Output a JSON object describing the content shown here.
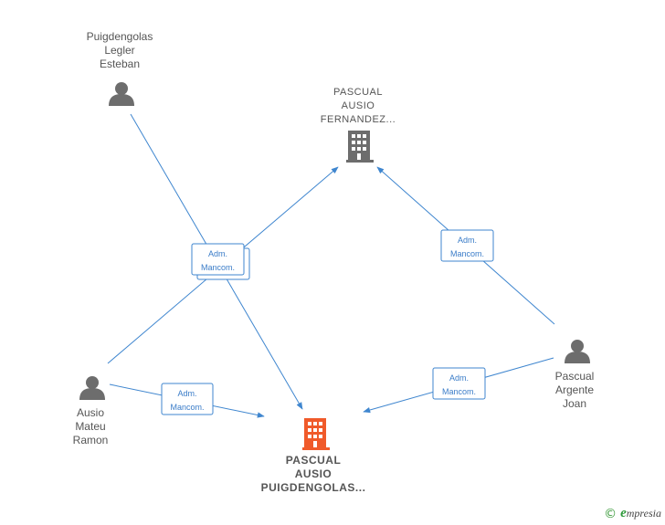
{
  "nodes": {
    "legler": {
      "type": "person",
      "lines": [
        "Puigdengolas",
        "Legler",
        "Esteban"
      ]
    },
    "fernandez": {
      "type": "company",
      "lines": [
        "PASCUAL",
        "AUSIO",
        "FERNANDEZ..."
      ]
    },
    "mateu": {
      "type": "person",
      "lines": [
        "Ausio",
        "Mateu",
        "Ramon"
      ]
    },
    "argente": {
      "type": "person",
      "lines": [
        "Pascual",
        "Argente",
        "Joan"
      ]
    },
    "main": {
      "type": "company",
      "highlight": true,
      "lines": [
        "PASCUAL",
        "AUSIO",
        "PUIGDENGOLAS..."
      ]
    }
  },
  "relations": {
    "center": [
      "Adm.",
      "Mancom."
    ],
    "right": [
      "Adm.",
      "Mancom."
    ],
    "bottom_left": [
      "Adm.",
      "Mancom."
    ],
    "bottom_right": [
      "Adm.",
      "Mancom."
    ]
  },
  "colors": {
    "edge": "#3f86cf",
    "person_icon": "#6d6d6d",
    "company_icon": "#6d6d6d",
    "highlight_company_icon": "#f05a2a"
  },
  "footer": {
    "copyright": "©",
    "brand_initial": "e",
    "brand_rest": "mpresia"
  }
}
